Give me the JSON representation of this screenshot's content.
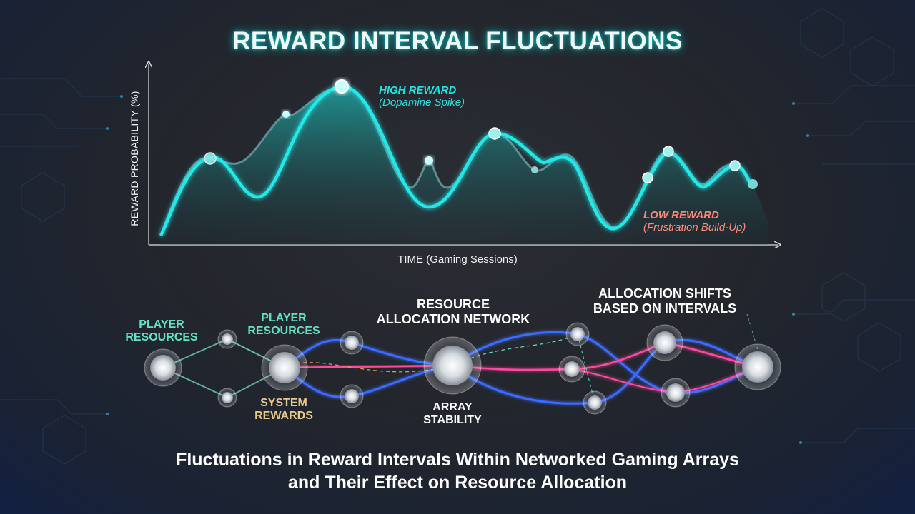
{
  "title": "REWARD INTERVAL FLUCTUATIONS",
  "chart_data": {
    "type": "line",
    "title": "REWARD INTERVAL FLUCTUATIONS",
    "xlabel": "TIME (Gaming Sessions)",
    "ylabel": "REWARD PROBABILITY (%)",
    "x_ticks": [],
    "y_ticks": [],
    "grid": false,
    "annotations": [
      {
        "label": "HIGH REWARD",
        "sublabel": "(Dopamine Spike)",
        "color": "#22e3e3"
      },
      {
        "label": "LOW REWARD",
        "sublabel": "(Frustration Build-Up)",
        "color": "#ff8a7a"
      }
    ],
    "series": [
      {
        "style": "primary",
        "color": "#22e8e8"
      },
      {
        "style": "shadow",
        "color": "#6a9aa0"
      }
    ]
  },
  "network": {
    "labels": {
      "player_resources_left": "PLAYER\nRESOURCES",
      "player_resources_mid": "PLAYER\nRESOURCES",
      "system_rewards": "SYSTEM\nREWARDS",
      "resource_network": "RESOURCE\nALLOCATION NETWORK",
      "array_stability": "ARRAY\nSTABILITY",
      "allocation_shifts": "ALLOCATION SHIFTS\nBASED ON INTERVALS"
    }
  },
  "caption": {
    "line1": "Fluctuations in Reward Intervals Within Networked Gaming Arrays",
    "line2": "and Their Effect on Resource Allocation"
  },
  "colors": {
    "accent_cyan": "#22e8e8",
    "accent_red": "#ff8a7a",
    "accent_gold": "#e8c98a",
    "network_blue": "#3a6cff",
    "network_pink": "#ff4aa0"
  }
}
